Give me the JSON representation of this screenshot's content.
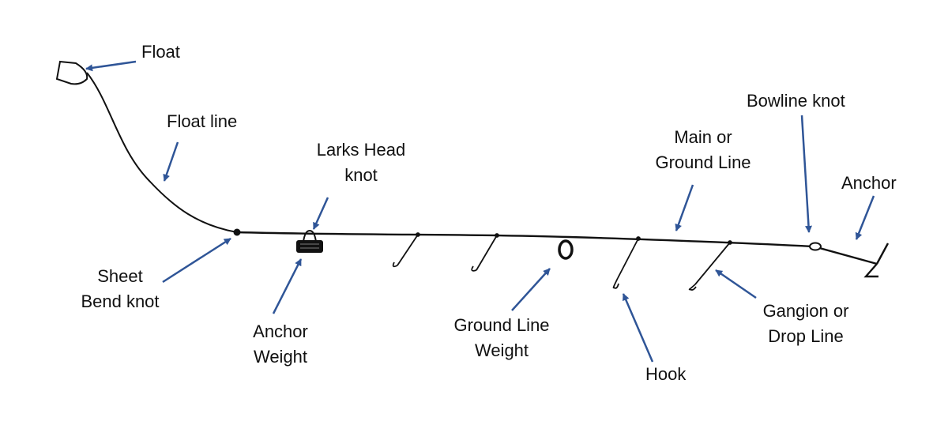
{
  "diagram": {
    "labels": {
      "float": "Float",
      "float_line": "Float line",
      "larks_head": [
        "Larks Head",
        "knot"
      ],
      "sheet_bend": [
        "Sheet",
        "Bend knot"
      ],
      "anchor_weight": [
        "Anchor",
        "Weight"
      ],
      "ground_line_weight": [
        "Ground Line",
        "Weight"
      ],
      "main_line": [
        "Main or",
        "Ground Line"
      ],
      "hook": "Hook",
      "bowline": "Bowline knot",
      "anchor": "Anchor",
      "gangion": [
        "Gangion or",
        "Drop Line"
      ]
    },
    "colors": {
      "line": "#111111",
      "arrow": "#2F5597"
    }
  }
}
